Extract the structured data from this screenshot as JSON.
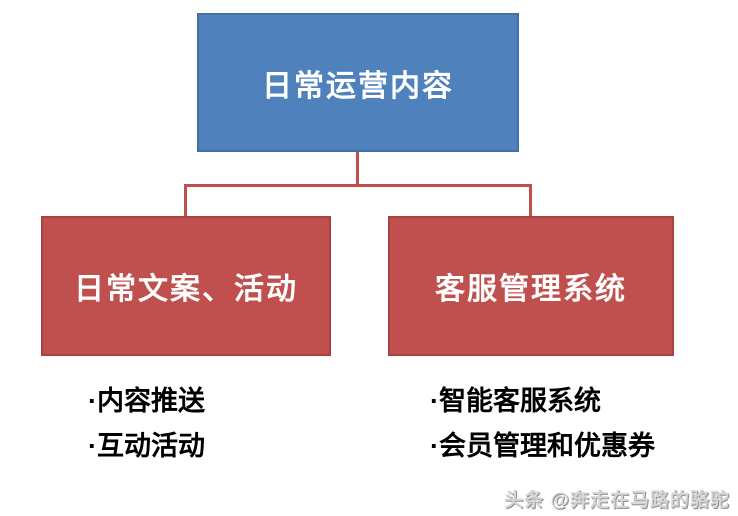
{
  "diagram": {
    "type": "org-chart",
    "root": {
      "label": "日常运营内容"
    },
    "children": [
      {
        "label": "日常文案、活动",
        "bullets": [
          "内容推送",
          "互动活动"
        ]
      },
      {
        "label": "客服管理系统",
        "bullets": [
          "智能客服系统",
          "会员管理和优惠券"
        ]
      }
    ],
    "colors": {
      "root_fill": "#4f81bd",
      "root_border": "#41719c",
      "child_fill": "#c0504d",
      "child_border": "#a8423f",
      "connector": "#c0504d",
      "bullet_text": "#000000"
    }
  },
  "bullet_char": "·",
  "watermark": {
    "text": "头条 @奔走在马路的骆驼"
  }
}
